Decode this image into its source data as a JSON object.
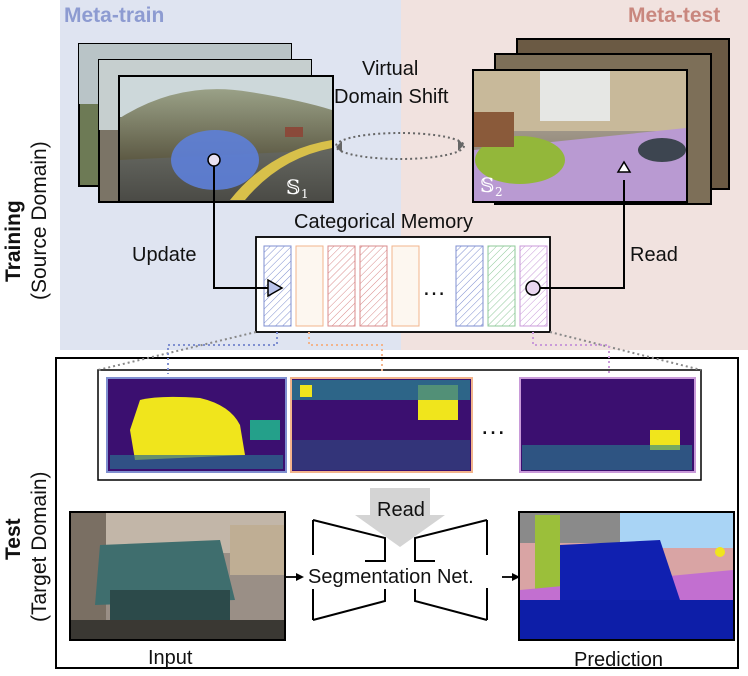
{
  "phases": {
    "meta_train": "Meta-train",
    "meta_test": "Meta-test"
  },
  "side_labels": {
    "training": "Training",
    "training_sub": "(Source Domain)",
    "test": "Test",
    "test_sub": "(Target Domain)"
  },
  "labels": {
    "virtual_shift_line1": "Virtual",
    "virtual_shift_line2": "Domain Shift",
    "memory_title": "Categorical Memory",
    "update": "Update",
    "read_top": "Read",
    "read_mid": "Read",
    "segnet": "Segmentation Net.",
    "input": "Input",
    "prediction": "Prediction",
    "ellipsis": "…"
  },
  "domains": {
    "s1_symbol": "𝕊",
    "s1_sub": "1",
    "s2_symbol": "𝕊",
    "s2_sub": "2"
  },
  "colors": {
    "meta_train_bg": "#dfe4f1",
    "meta_test_bg": "#f1e2df",
    "meta_train_text": "#8d9bd1",
    "meta_test_text": "#c9877e",
    "slot_blue": "#7f8fd0",
    "slot_orange": "#f2b48c",
    "slot_red": "#d98b8b",
    "slot_green": "#8fc99a",
    "slot_purple": "#c99ad9",
    "map_dark": "#3b0f70",
    "map_yellow": "#f0e51c",
    "pred_blue": "#0d1ea8"
  }
}
